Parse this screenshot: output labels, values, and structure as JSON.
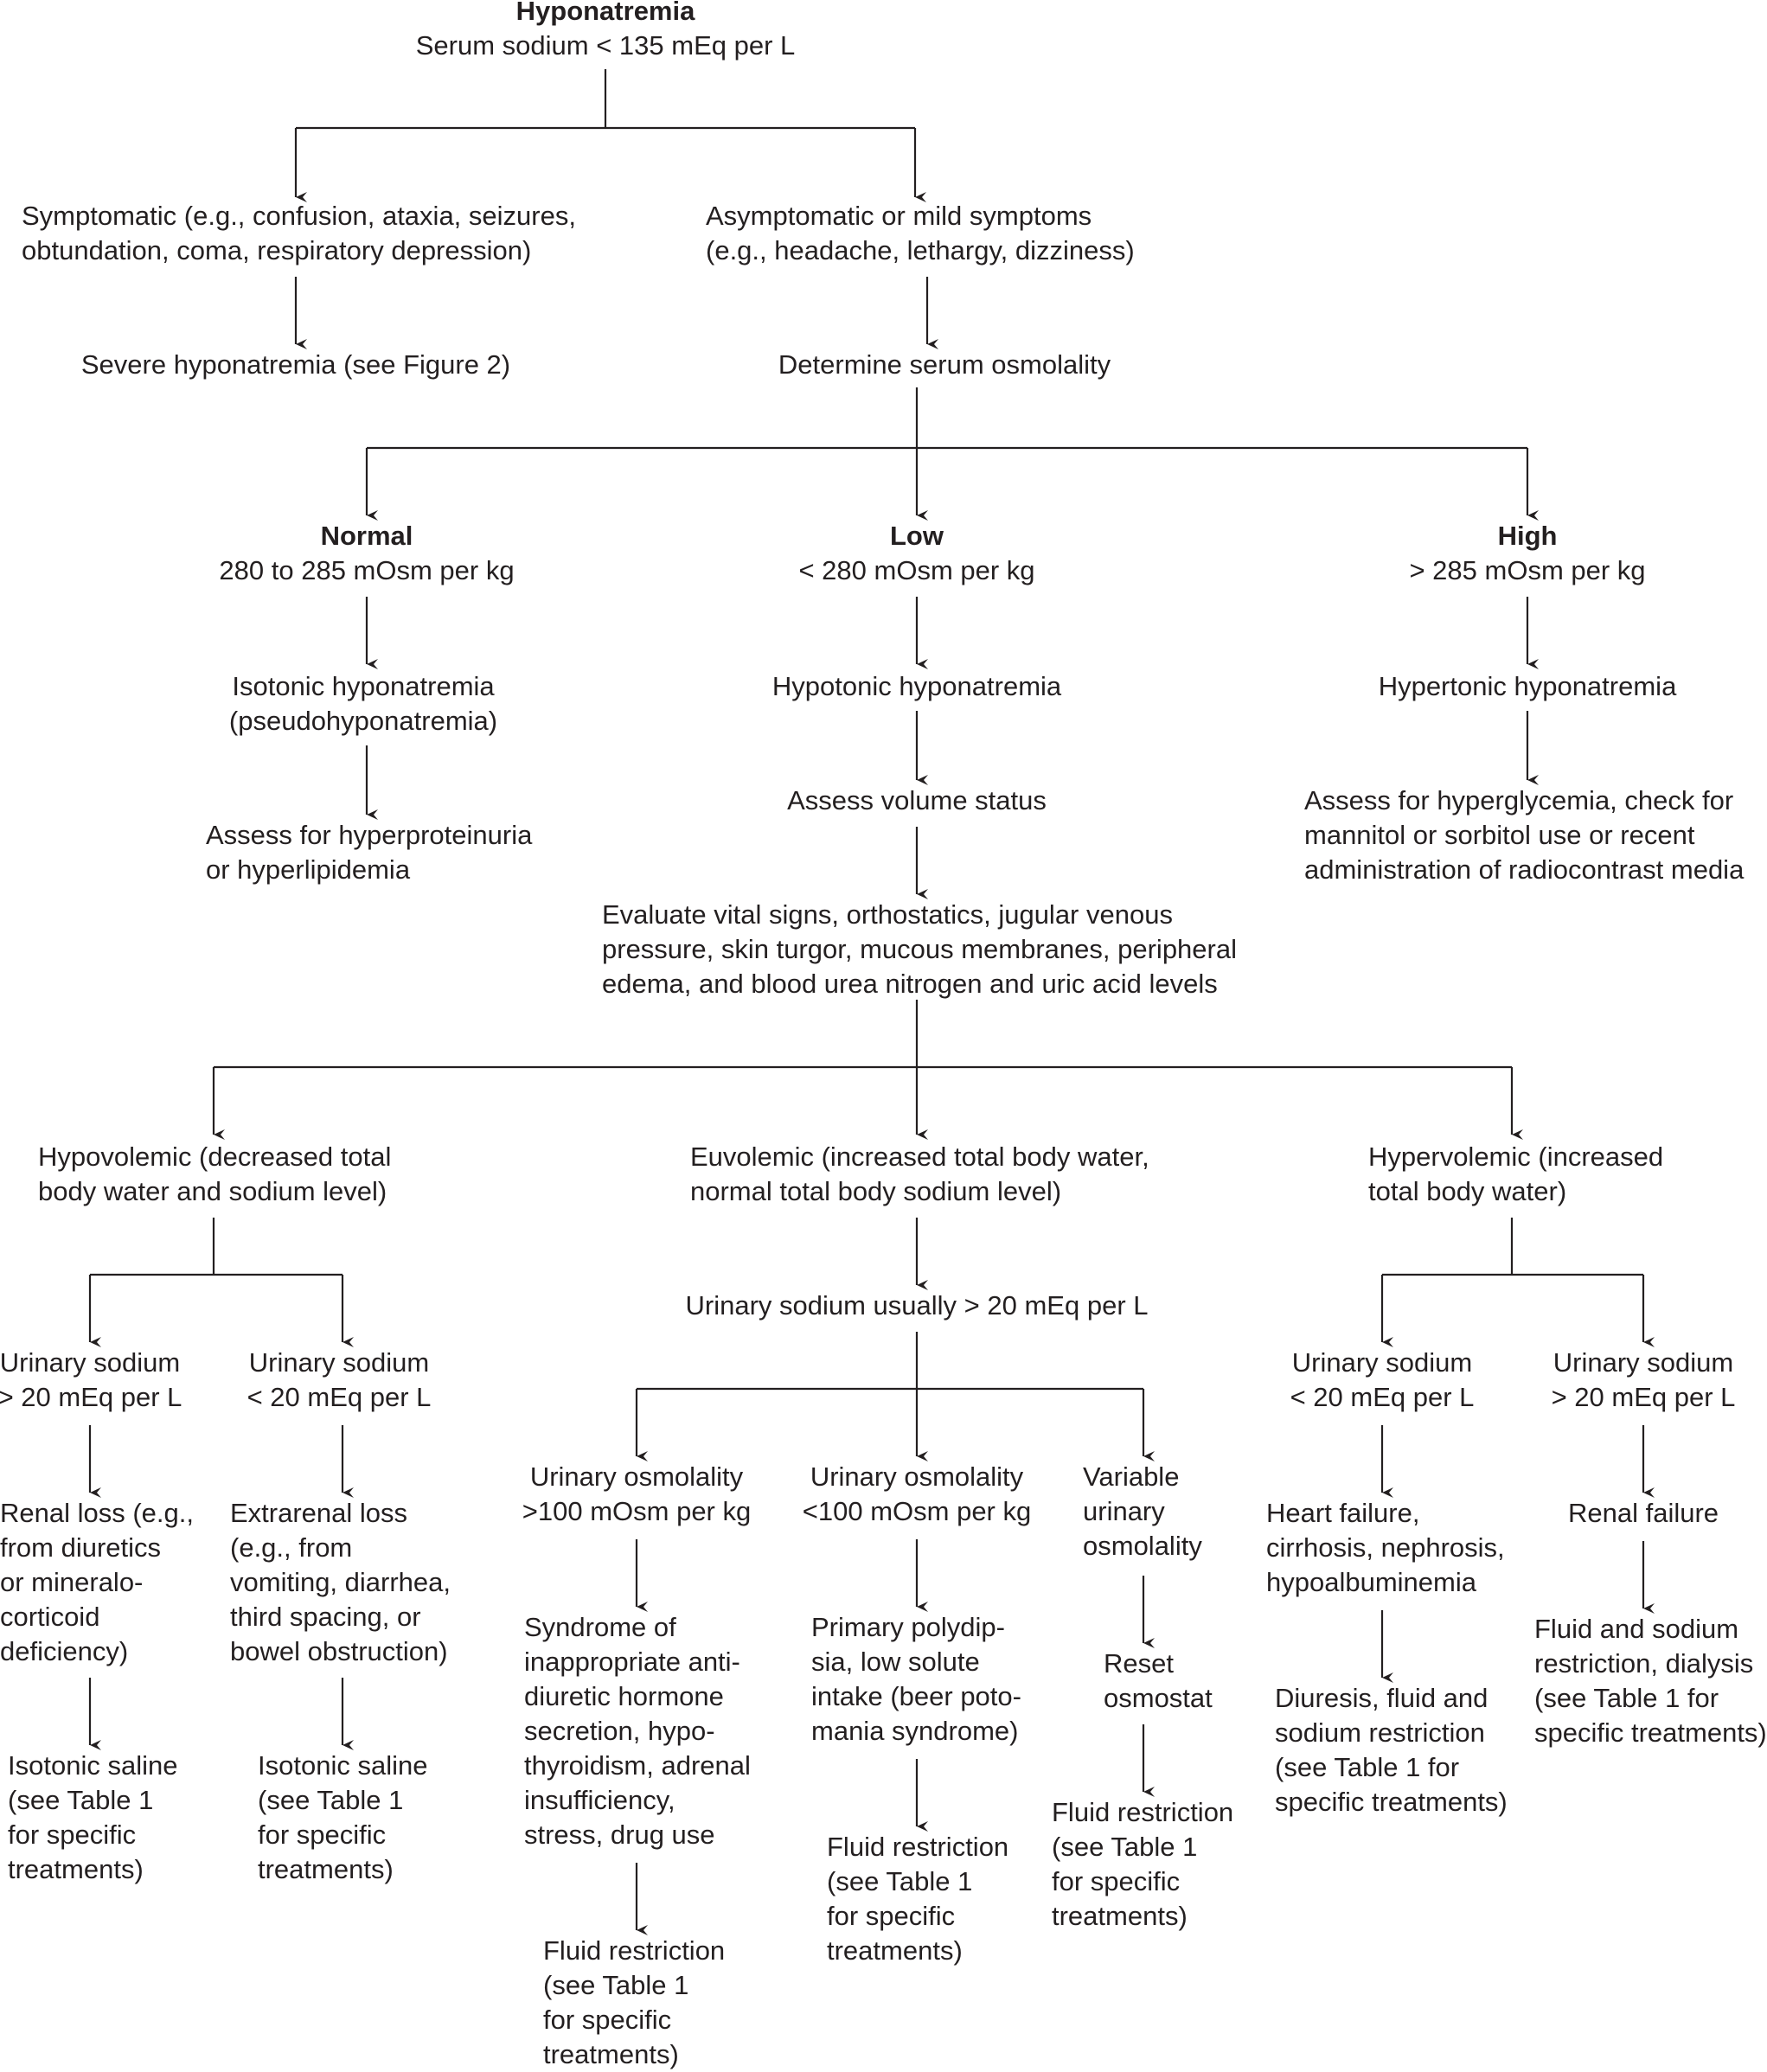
{
  "nodes": {
    "root": {
      "lines": [
        "Hyponatremia",
        "Serum sodium < 135 mEq per L"
      ]
    },
    "symptomatic": {
      "lines": [
        "Symptomatic (e.g., confusion, ataxia, seizures,",
        "obtundation, coma, respiratory depression)"
      ]
    },
    "asymptomatic": {
      "lines": [
        "Asymptomatic or mild symptoms",
        "(e.g., headache, lethargy, dizziness)"
      ]
    },
    "severe": {
      "lines": [
        "Severe hyponatremia (see Figure 2)"
      ]
    },
    "osmolality": {
      "lines": [
        "Determine serum osmolality"
      ]
    },
    "normal": {
      "lines": [
        "Normal",
        "280 to 285 mOsm per kg"
      ]
    },
    "low": {
      "lines": [
        "Low",
        "< 280 mOsm per kg"
      ]
    },
    "high": {
      "lines": [
        "High",
        "> 285 mOsm per kg"
      ]
    },
    "isotonic": {
      "lines": [
        "Isotonic hyponatremia",
        "(pseudohyponatremia)"
      ]
    },
    "hypotonic": {
      "lines": [
        "Hypotonic hyponatremia"
      ]
    },
    "hypertonic": {
      "lines": [
        "Hypertonic hyponatremia"
      ]
    },
    "hyperprotein": {
      "lines": [
        "Assess for hyperproteinuria",
        "or hyperlipidemia"
      ]
    },
    "volume": {
      "lines": [
        "Assess volume status"
      ]
    },
    "hyperglycemia": {
      "lines": [
        "Assess for hyperglycemia, check for",
        "mannitol or sorbitol use or recent",
        "administration of radiocontrast media"
      ]
    },
    "evaluate": {
      "lines": [
        "Evaluate vital signs, orthostatics, jugular venous",
        "pressure, skin turgor, mucous membranes, peripheral",
        "edema, and blood urea nitrogen and uric acid levels"
      ]
    },
    "hypovolemic": {
      "lines": [
        "Hypovolemic (decreased total",
        "body water and sodium level)"
      ]
    },
    "euvolemic": {
      "lines": [
        "Euvolemic (increased total body water,",
        "normal total body sodium level)"
      ]
    },
    "hypervolemic": {
      "lines": [
        "Hypervolemic (increased",
        "total body water)"
      ]
    },
    "uNaHighA": {
      "lines": [
        "Urinary sodium",
        "> 20 mEq per L"
      ]
    },
    "uNaLowA": {
      "lines": [
        "Urinary sodium",
        "< 20 mEq per L"
      ]
    },
    "uNaEu": {
      "lines": [
        "Urinary sodium usually > 20 mEq per L"
      ]
    },
    "uNaLowB": {
      "lines": [
        "Urinary sodium",
        "< 20 mEq per L"
      ]
    },
    "uNaHighB": {
      "lines": [
        "Urinary sodium",
        "> 20 mEq per L"
      ]
    },
    "renalLoss": {
      "lines": [
        "Renal loss (e.g.,",
        "from diuretics",
        "or mineralo-",
        "corticoid",
        "deficiency)"
      ]
    },
    "extrarenal": {
      "lines": [
        "Extrarenal loss",
        "(e.g., from",
        "vomiting, diarrhea,",
        "third spacing, or",
        "bowel obstruction)"
      ]
    },
    "uOsmHigh": {
      "lines": [
        "Urinary osmolality",
        ">100 mOsm per kg"
      ]
    },
    "uOsmLow": {
      "lines": [
        "Urinary osmolality",
        "<100 mOsm per kg"
      ]
    },
    "uOsmVar": {
      "lines": [
        "Variable",
        "urinary",
        "osmolality"
      ]
    },
    "heartFailure": {
      "lines": [
        "Heart failure,",
        "cirrhosis, nephrosis,",
        "hypoalbuminemia"
      ]
    },
    "renalFailure": {
      "lines": [
        "Renal failure"
      ]
    },
    "salineA": {
      "lines": [
        "Isotonic saline",
        "(see Table 1",
        "for specific",
        "treatments)"
      ]
    },
    "salineB": {
      "lines": [
        "Isotonic saline",
        "(see Table 1",
        "for specific",
        "treatments)"
      ]
    },
    "siadh": {
      "lines": [
        "Syndrome of",
        "inappropriate anti-",
        "diuretic hormone",
        "secretion, hypo-",
        "thyroidism, adrenal",
        "insufficiency,",
        "stress, drug use"
      ]
    },
    "polydipsia": {
      "lines": [
        "Primary polydip-",
        "sia, low solute",
        "intake (beer poto-",
        "mania syndrome)"
      ]
    },
    "resetOsmostat": {
      "lines": [
        "Reset",
        "osmostat"
      ]
    },
    "diuresis": {
      "lines": [
        "Diuresis, fluid and",
        "sodium restriction",
        "(see Table 1 for",
        "specific treatments)"
      ]
    },
    "dialysis": {
      "lines": [
        "Fluid and sodium",
        "restriction, dialysis",
        "(see Table 1 for",
        "specific treatments)"
      ]
    },
    "fluidA": {
      "lines": [
        "Fluid restriction",
        "(see Table 1",
        "for specific",
        "treatments)"
      ]
    },
    "fluidB": {
      "lines": [
        "Fluid restriction",
        "(see Table 1",
        "for specific",
        "treatments)"
      ]
    },
    "fluidC": {
      "lines": [
        "Fluid restriction",
        "(see Table 1",
        "for specific",
        "treatments)"
      ]
    }
  }
}
